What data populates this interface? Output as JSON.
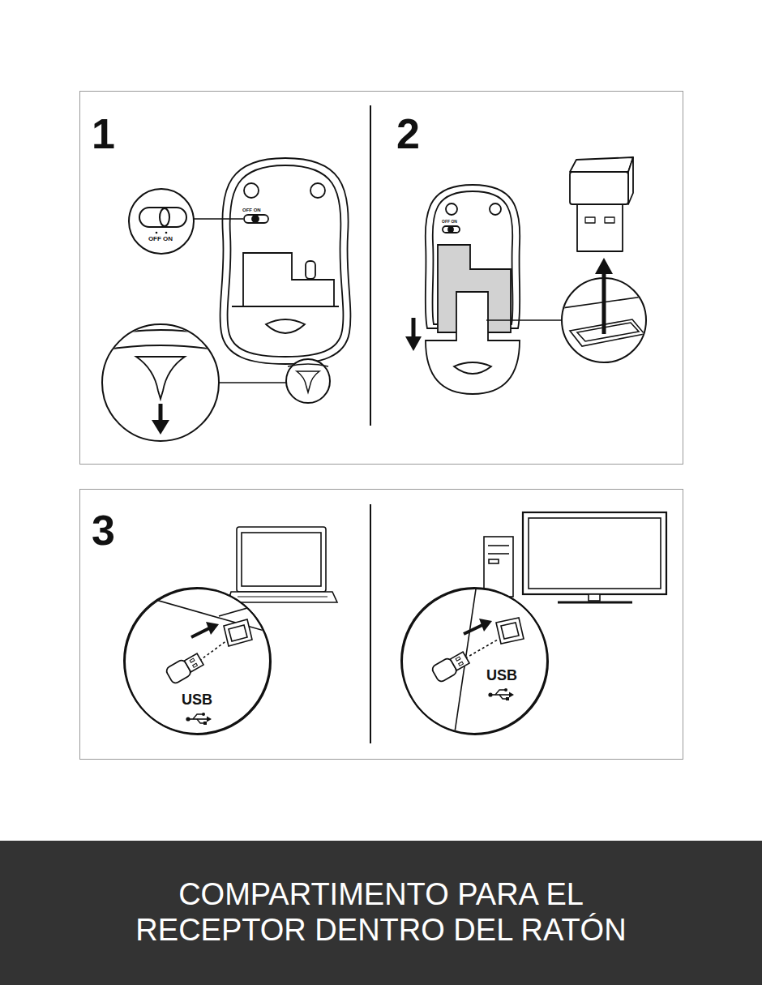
{
  "diagram": {
    "nodes": [
      {
        "text": [
          "1",
          "2"
        ]
      },
      {
        "text": [
          "OFF ON"
        ],
        "in": 0
      },
      {
        "text": [
          "3"
        ]
      },
      {
        "text": [
          "USB"
        ],
        "in": 2
      },
      {
        "text": [
          "USB"
        ],
        "in": 2
      },
      {
        "text": [
          "COMPARTIMENTO PARA EL RECEPTOR DENTRO DEL RATÓN"
        ]
      }
    ],
    "labels": [
      "OFF ON",
      "OFF ON"
    ]
  }
}
